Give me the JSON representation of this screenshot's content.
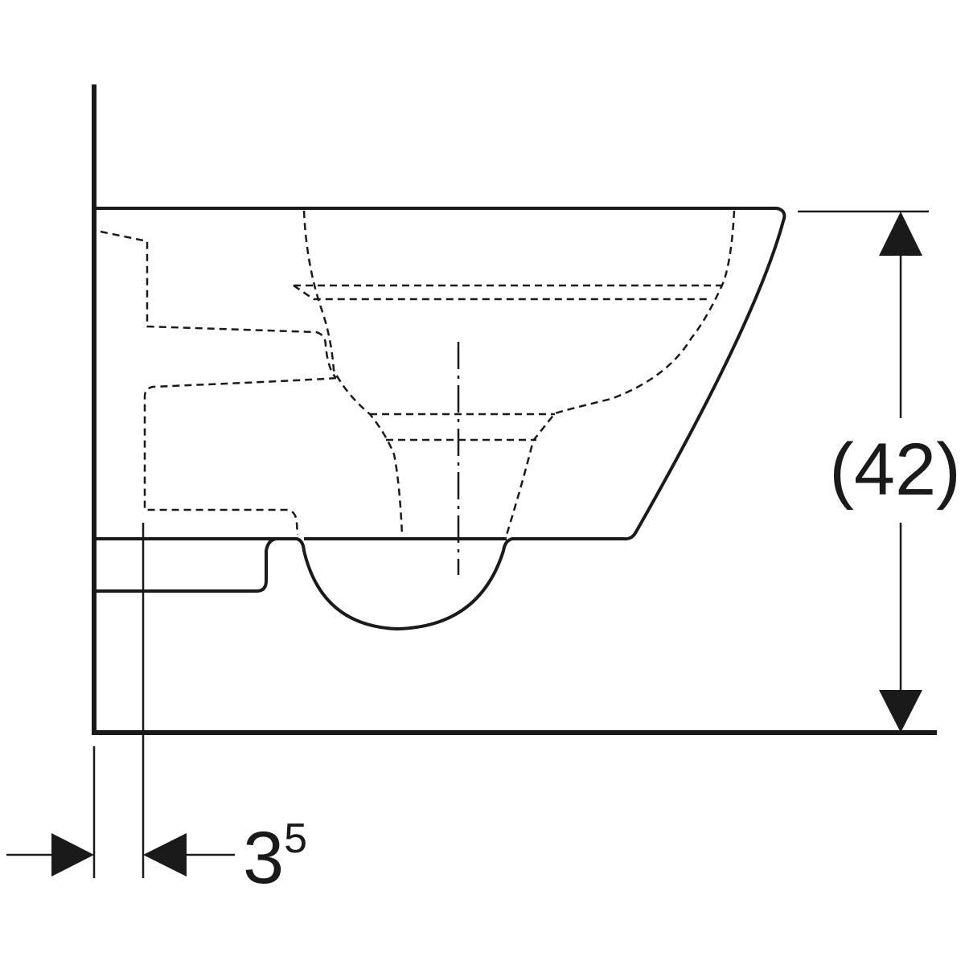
{
  "colors": {
    "line": "#1a1a1a",
    "background": "#ffffff"
  },
  "dimensions": {
    "height": {
      "text": "(42)"
    },
    "wall_offset": {
      "base": "3",
      "superscript": "5"
    }
  }
}
